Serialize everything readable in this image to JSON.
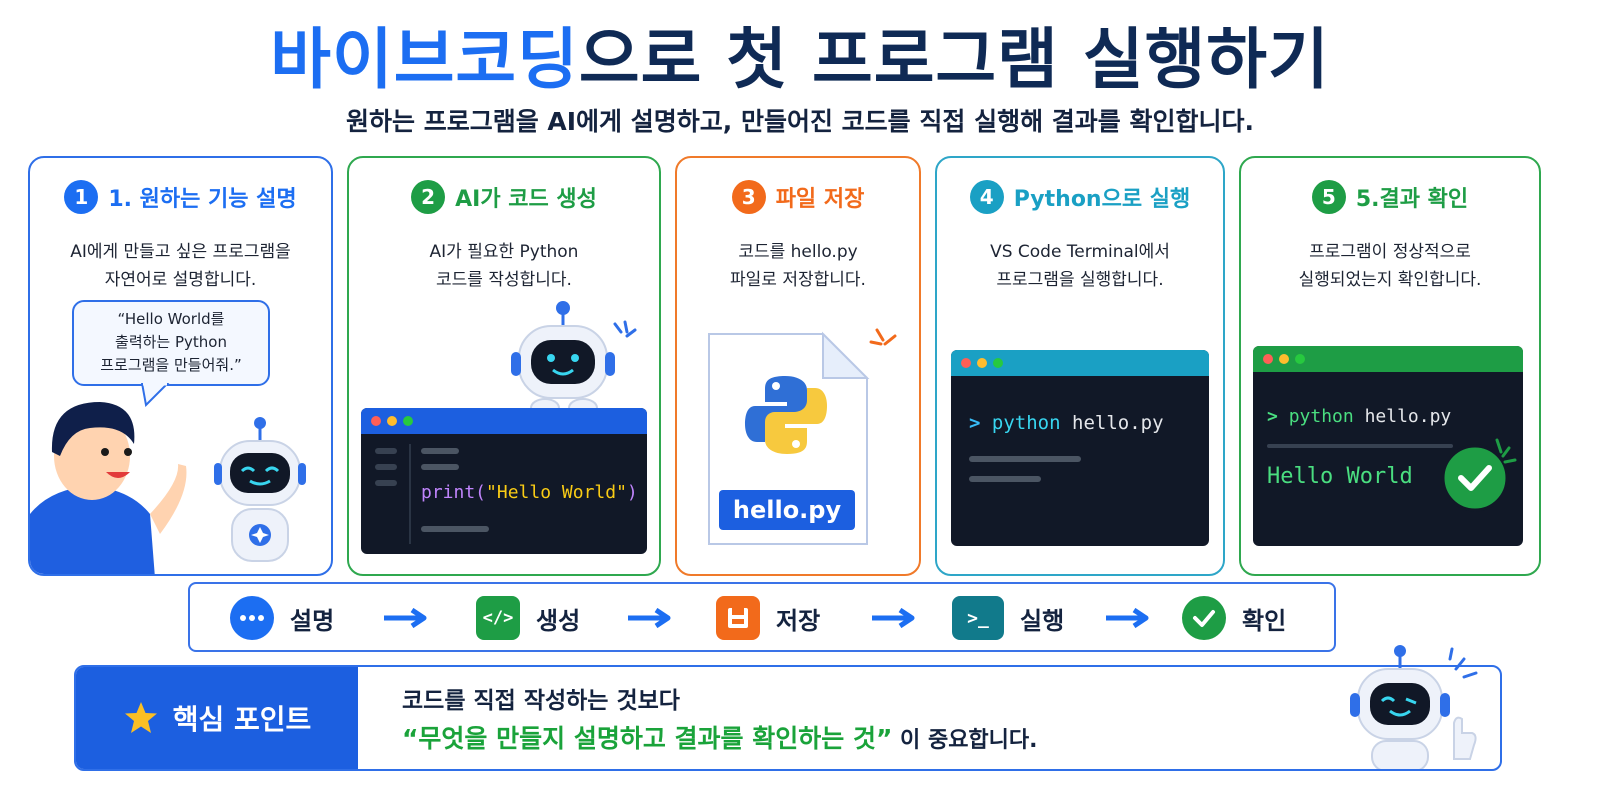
{
  "title": {
    "highlight": "바이브코딩",
    "rest": "으로 첫 프로그램 실행하기"
  },
  "subtitle": "원하는 프로그램을 AI에게 설명하고, 만들어진 코드를 직접 실행해 결과를 확인합니다.",
  "colors": {
    "blue": "#1c6ef2",
    "green": "#1e9d45",
    "orange": "#f26a1b",
    "teal": "#1aa0c4",
    "navy": "#0f2a55"
  },
  "steps": [
    {
      "num": "1",
      "title": "1. 원하는 기능 설명",
      "desc1": "AI에게 만들고 싶은 프로그램을",
      "desc2": "자연어로 설명합니다.",
      "bubble1": "“Hello World를",
      "bubble2": "출력하는 Python",
      "bubble3": "프로그램을 만들어줘.”"
    },
    {
      "num": "2",
      "title": "AI가 코드 생성",
      "desc1": "AI가 필요한 Python",
      "desc2": "코드를 작성합니다.",
      "code_fn": "print(",
      "code_str": "\"Hello World\"",
      "code_end": ")"
    },
    {
      "num": "3",
      "title": "파일 저장",
      "desc1": "코드를 hello.py",
      "desc2": "파일로 저장합니다.",
      "file_label": "hello.py"
    },
    {
      "num": "4",
      "title": "Python으로 실행",
      "desc1": "VS Code Terminal에서",
      "desc2": "프로그램을 실행합니다.",
      "prompt": ">",
      "cmd1": "python",
      "cmd2": "hello.py"
    },
    {
      "num": "5",
      "title": "5.결과 확인",
      "desc1": "프로그램이 정상적으로",
      "desc2": "실행되었는지 확인합니다.",
      "prompt": ">",
      "cmd1": "python",
      "cmd2": "hello.py",
      "output": "Hello World"
    }
  ],
  "flow": [
    {
      "label": "설명",
      "icon": "chat-bubble-icon"
    },
    {
      "label": "생성",
      "icon": "code-icon",
      "glyph": "</>"
    },
    {
      "label": "저장",
      "icon": "floppy-disk-icon"
    },
    {
      "label": "실행",
      "icon": "terminal-icon",
      "glyph": ">_"
    },
    {
      "label": "확인",
      "icon": "check-circle-icon"
    }
  ],
  "key_point": {
    "label": "핵심 포인트",
    "line1": "코드를 직접 작성하는 것보다",
    "line2": "“무엇을 만들지 설명하고 결과를 확인하는 것”",
    "line2_suffix": " 이 중요합니다."
  }
}
